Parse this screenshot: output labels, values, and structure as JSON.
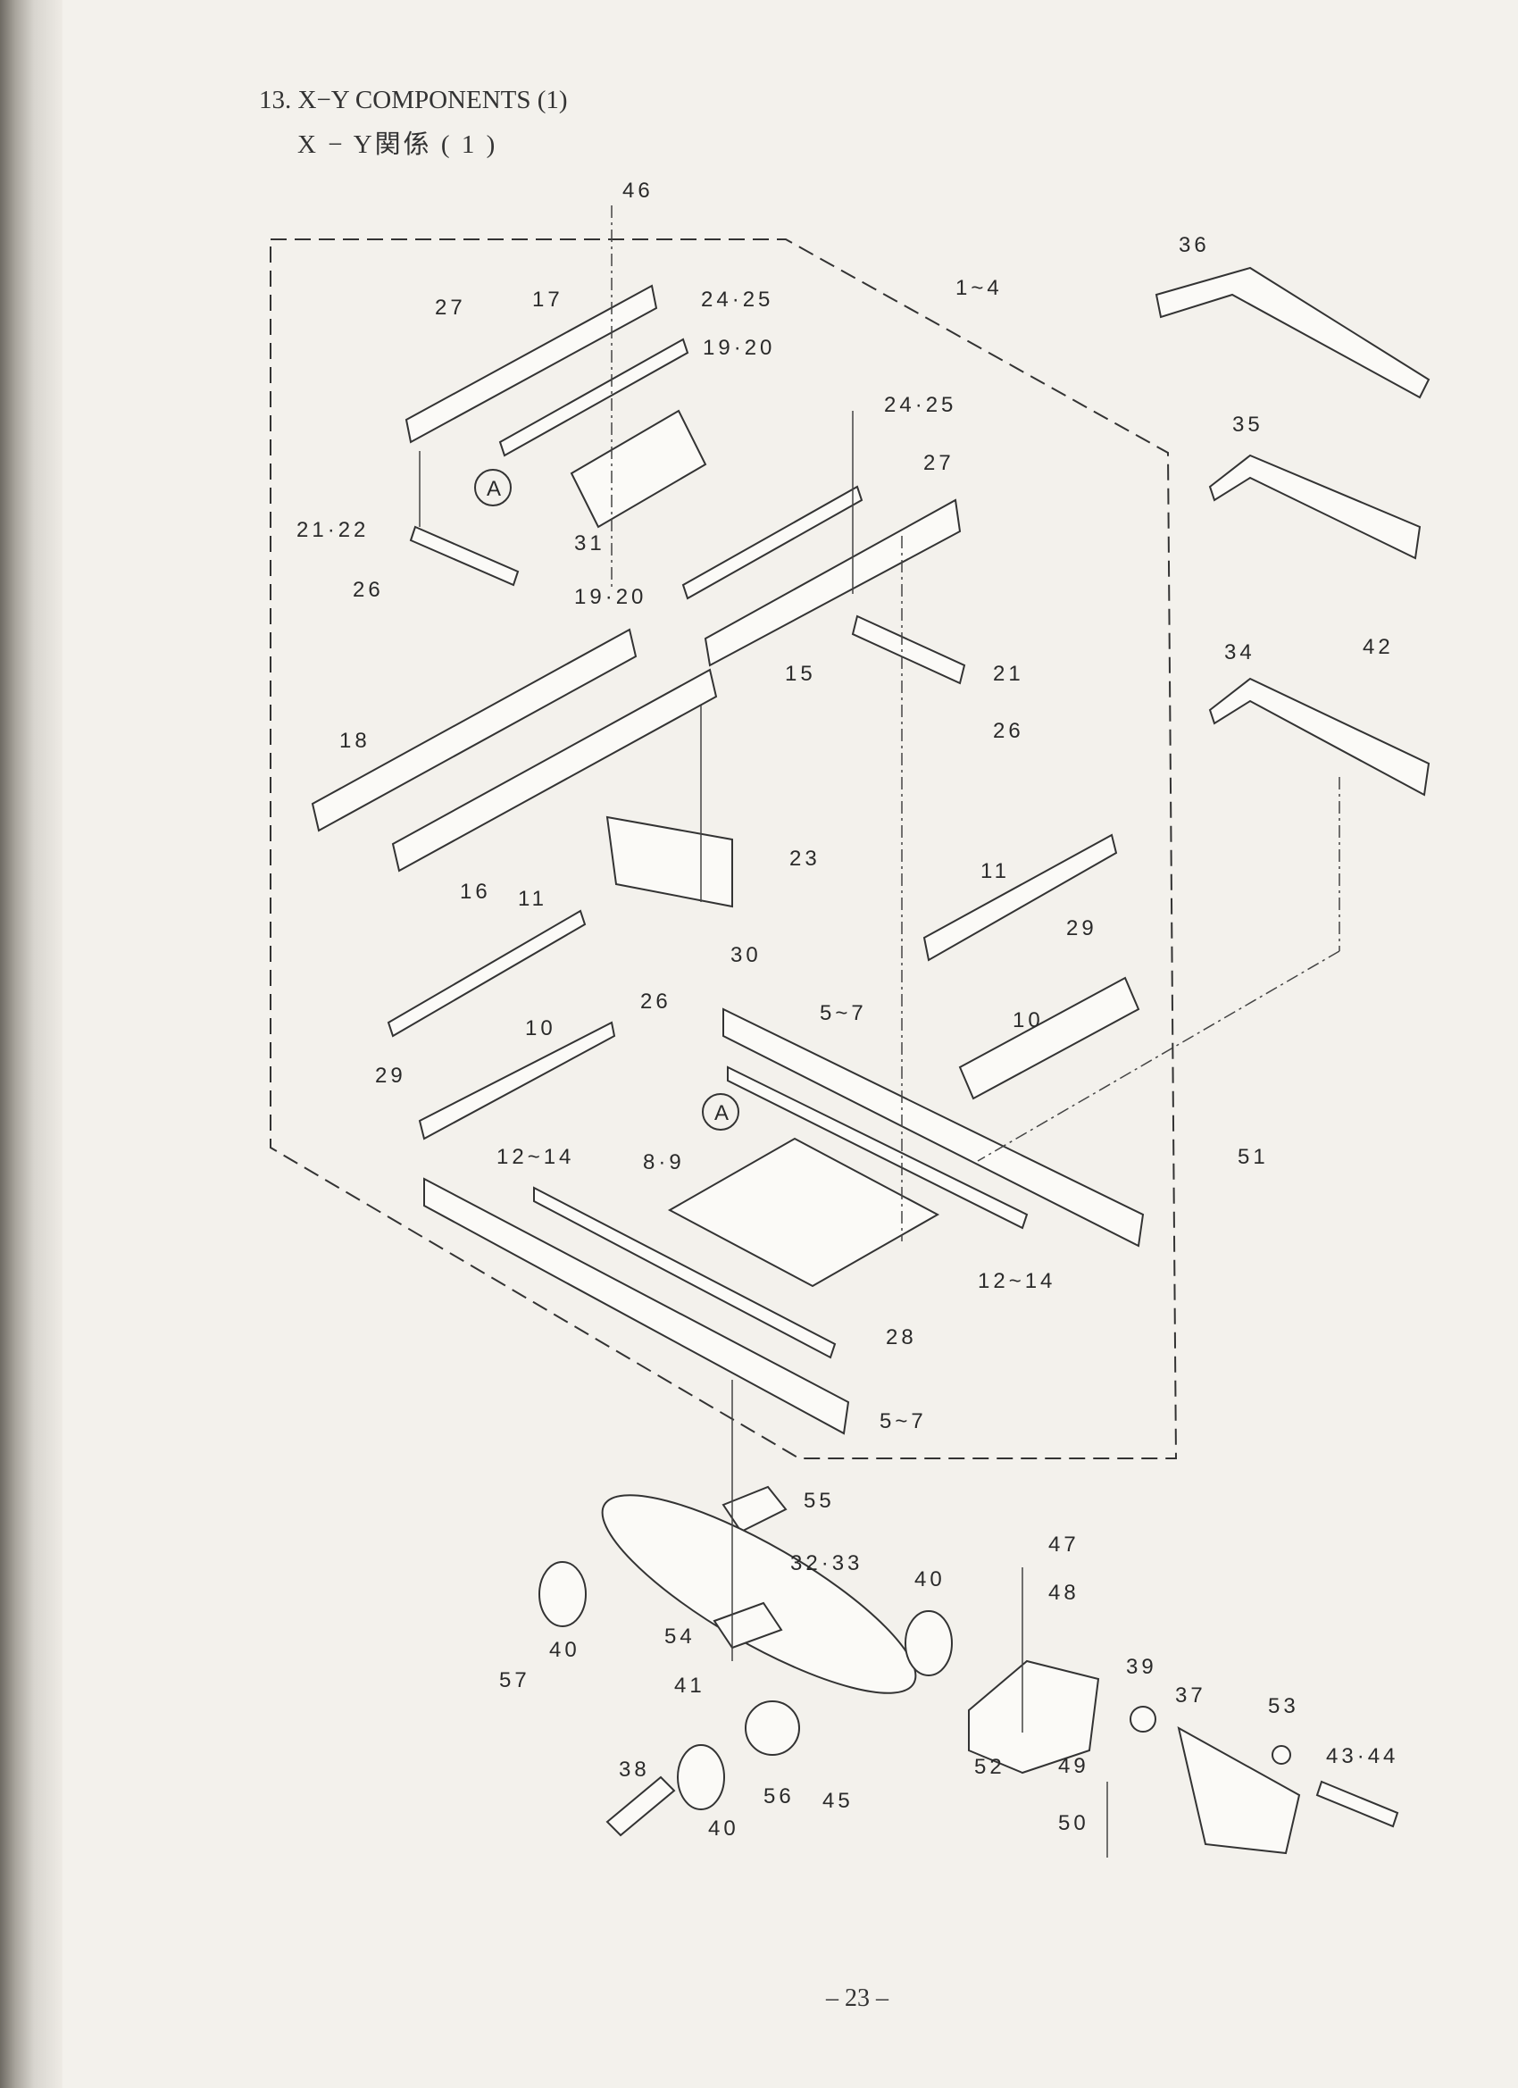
{
  "header": {
    "title": "13. X−Y COMPONENTS (1)",
    "subtitle": "X − Y関係 ( 1 )"
  },
  "callouts": [
    "46",
    "27",
    "17",
    "24·25",
    "19·20",
    "1~4",
    "36",
    "24·25",
    "27",
    "A",
    "31",
    "21·22",
    "26",
    "35",
    "19·20",
    "15",
    "21",
    "26",
    "34",
    "42",
    "18",
    "23",
    "16",
    "11",
    "11",
    "29",
    "30",
    "26",
    "5~7",
    "10",
    "10",
    "29",
    "A",
    "51",
    "12~14",
    "8·9",
    "12~14",
    "28",
    "5~7",
    "55",
    "47",
    "32·33",
    "40",
    "48",
    "54",
    "40",
    "57",
    "41",
    "39",
    "37",
    "53",
    "52",
    "49",
    "43·44",
    "38",
    "56",
    "45",
    "50",
    "40"
  ],
  "page_number": "– 23 –"
}
